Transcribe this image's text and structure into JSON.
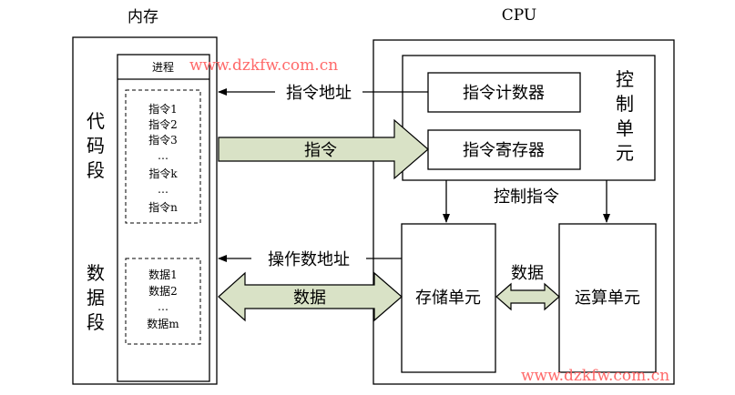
{
  "memory": {
    "title": "内存",
    "process_label": "进程",
    "code_segment_label": [
      "代",
      "码",
      "段"
    ],
    "instructions": [
      "指令1",
      "指令2",
      "指令3",
      "…",
      "指令k",
      "…",
      "指令n"
    ],
    "data_segment_label": [
      "数",
      "据",
      "段"
    ],
    "data_items": [
      "数据1",
      "数据2",
      "…",
      "数据m"
    ]
  },
  "cpu": {
    "title": "CPU",
    "control_unit_label": [
      "控",
      "制",
      "单",
      "元"
    ],
    "program_counter": "指令计数器",
    "instruction_register": "指令寄存器",
    "control_signal_label": "控制指令",
    "storage_unit": "存储单元",
    "alu": "运算单元",
    "internal_data_label": "数据"
  },
  "connections": {
    "instruction_address": "指令地址",
    "instruction": "指令",
    "operand_address": "操作数地址",
    "data": "数据"
  },
  "watermarks": [
    "www.dzkfw.com.cn",
    "www.dzkfw.com.cn"
  ],
  "colors": {
    "arrow_fill": "#d9e2c6",
    "watermark": "#ff6a6a",
    "line": "#000000"
  }
}
